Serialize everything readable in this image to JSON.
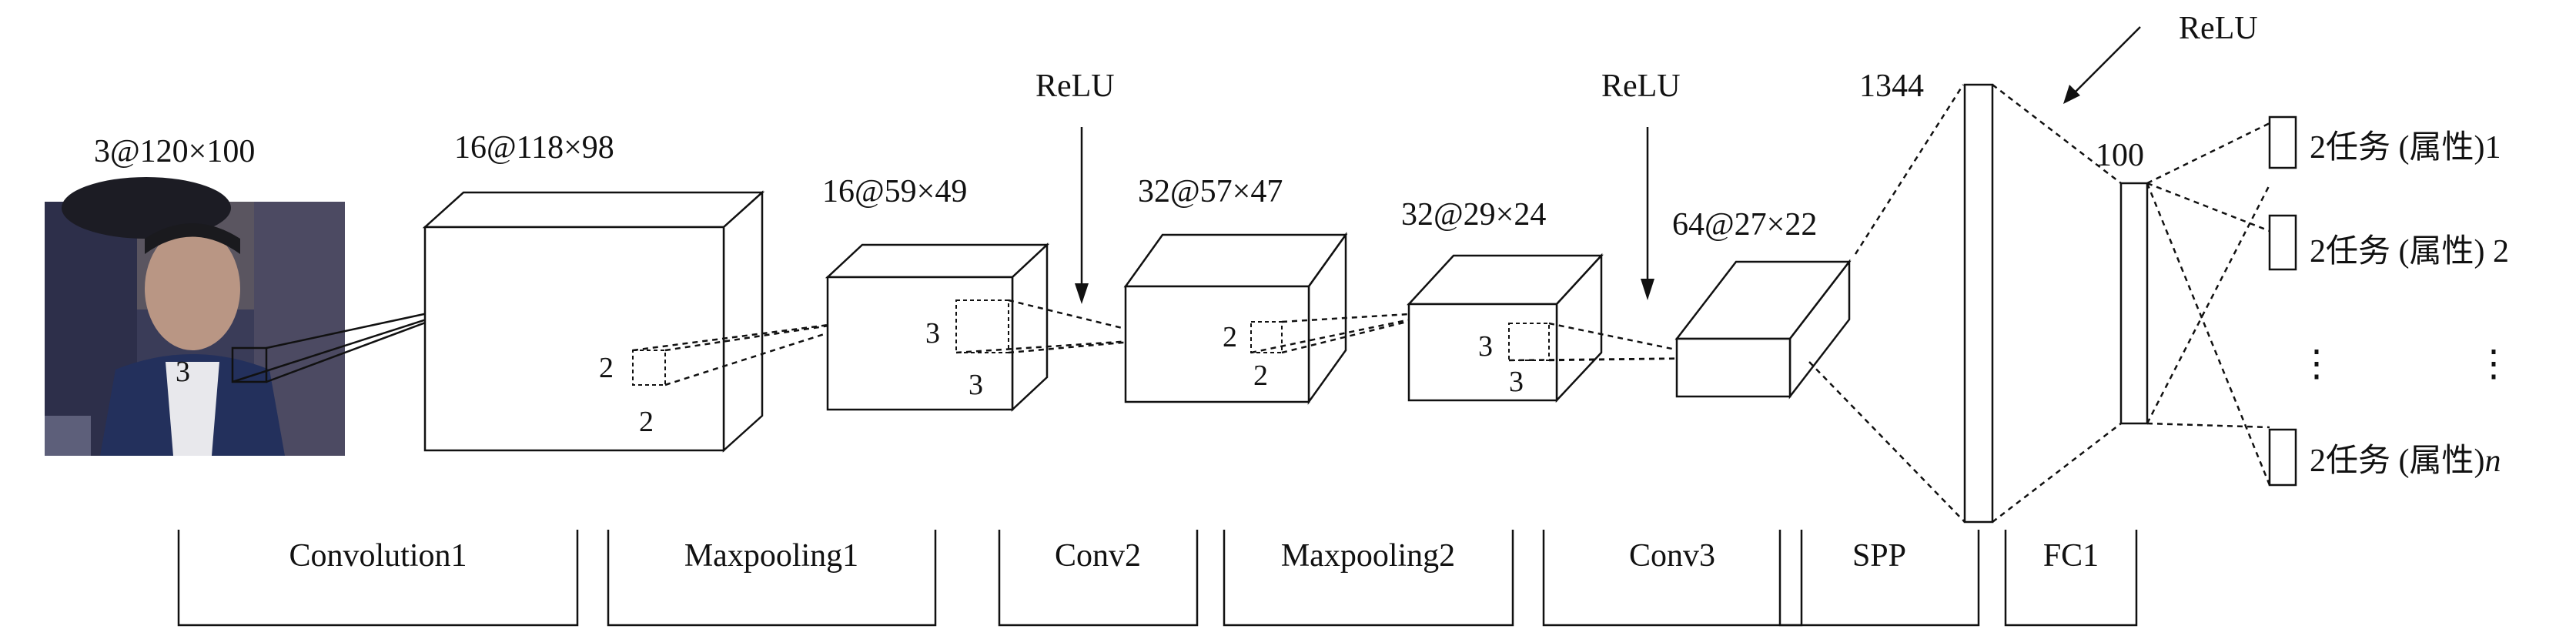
{
  "input": {
    "dims": "3@120×100",
    "kernel": "3"
  },
  "layers": [
    {
      "id": "conv1",
      "dims": "16@118×98",
      "kernel": [
        "2",
        "2"
      ]
    },
    {
      "id": "pool1",
      "dims": "16@59×49",
      "kernel": [
        "3",
        "3"
      ]
    },
    {
      "id": "conv2",
      "dims": "32@57×47",
      "kernel": [
        "2",
        "2"
      ]
    },
    {
      "id": "pool2",
      "dims": "32@29×24",
      "kernel": [
        "3",
        "3"
      ]
    },
    {
      "id": "conv3",
      "dims": "64@27×22"
    }
  ],
  "relu": [
    "ReLU",
    "ReLU",
    "ReLU"
  ],
  "spp": {
    "size": "1344"
  },
  "fc": {
    "size": "100"
  },
  "outputs": [
    {
      "prefix": "2任务 (属性)",
      "suffix": "1"
    },
    {
      "prefix": "2任务 (属性) ",
      "suffix": "2"
    },
    {
      "prefix": "2任务 (属性)",
      "suffix": "n"
    }
  ],
  "ellipsis": [
    "⋮",
    "⋮"
  ],
  "stages": [
    "Convolution1",
    "Maxpooling1",
    "Conv2",
    "Maxpooling2",
    "Conv3",
    "SPP",
    "FC1"
  ]
}
